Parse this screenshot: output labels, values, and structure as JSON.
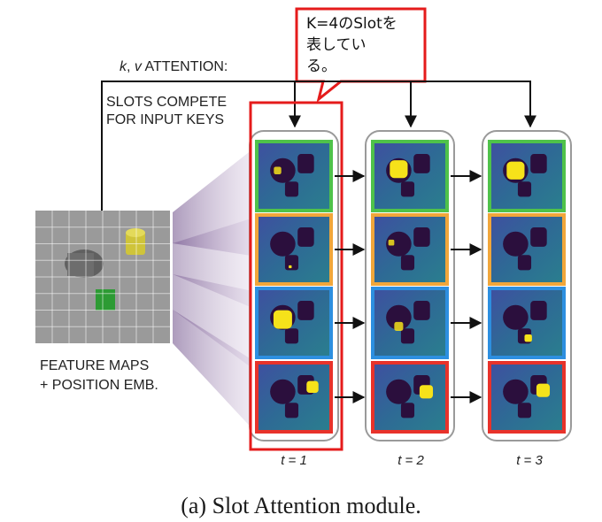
{
  "callout": {
    "lines": [
      "K=4のSlotを",
      "表してい",
      "る。"
    ],
    "border_color": "#e51b1b"
  },
  "attention_label": {
    "k": "k",
    "comma": ", ",
    "v": "v",
    "rest": " ATTENTION:"
  },
  "slots_compete": [
    "SLOTS COMPETE",
    "FOR INPUT KEYS"
  ],
  "feature_maps": [
    "FEATURE MAPS",
    "+ POSITION EMB."
  ],
  "time_steps": [
    "t = 1",
    "t = 2",
    "t = 3"
  ],
  "slot_colors": [
    "#4fc24a",
    "#f1a63a",
    "#2d8fe0",
    "#e8322a"
  ],
  "highlight_color": "#e51b1b",
  "caption": "(a) Slot Attention module."
}
